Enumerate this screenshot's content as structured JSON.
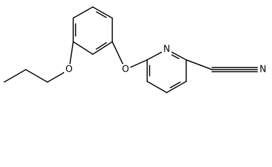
{
  "molecule": {
    "atoms": {
      "pyridine_n": "N",
      "ether_o_1": "O",
      "ether_o_2": "O",
      "nitrile_n": "N"
    }
  }
}
